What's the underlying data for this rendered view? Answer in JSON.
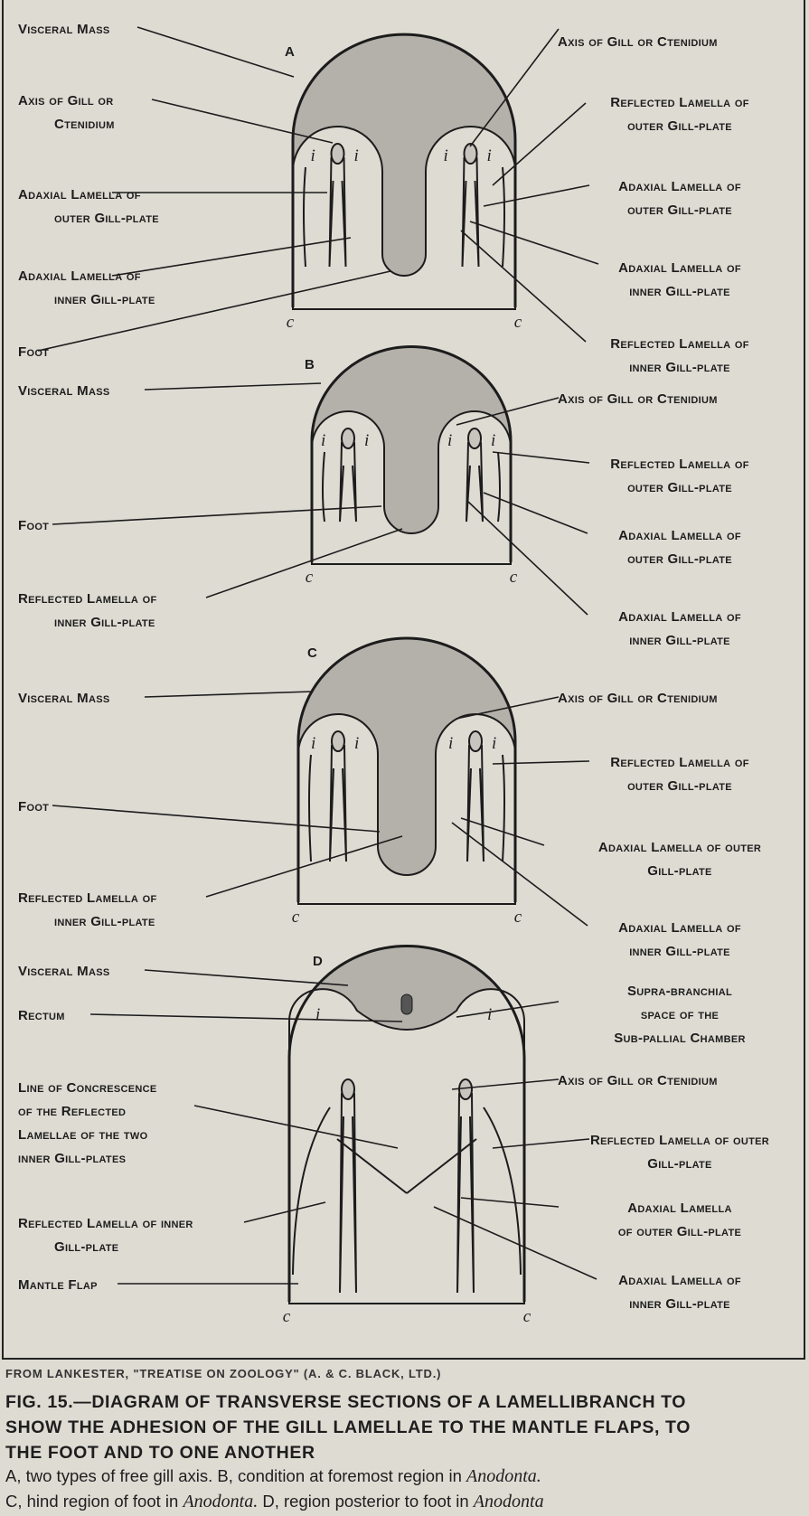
{
  "sections": [
    {
      "letter": "A",
      "left_labels": [
        [
          "Visceral Mass"
        ],
        [
          "Axis of Gill or",
          "Ctenidium"
        ],
        [
          "Adaxial Lamella of",
          "outer Gill-plate"
        ],
        [
          "Adaxial Lamella of",
          "inner Gill-plate"
        ],
        [
          "Foot"
        ]
      ],
      "right_labels": [
        [
          "Axis of Gill or Ctenidium"
        ],
        [
          "Reflected Lamella of",
          "outer Gill-plate"
        ],
        [
          "Adaxial Lamella of",
          "outer Gill-plate"
        ],
        [
          "Adaxial Lamella of",
          "inner Gill-plate"
        ],
        [
          "Reflected Lamella of",
          "inner Gill-plate"
        ]
      ]
    },
    {
      "letter": "B",
      "left_labels": [
        [
          "Visceral Mass"
        ],
        [
          "Foot"
        ],
        [
          "Reflected Lamella of",
          "inner Gill-plate"
        ]
      ],
      "right_labels": [
        [
          "Axis of Gill or Ctenidium"
        ],
        [
          "Reflected Lamella of",
          "outer Gill-plate"
        ],
        [
          "Adaxial Lamella of",
          "outer Gill-plate"
        ],
        [
          "Adaxial Lamella of",
          "inner Gill-plate"
        ]
      ]
    },
    {
      "letter": "C",
      "left_labels": [
        [
          "Visceral Mass"
        ],
        [
          "Foot"
        ],
        [
          "Reflected Lamella of",
          "inner Gill-plate"
        ]
      ],
      "right_labels": [
        [
          "Axis of Gill or Ctenidium"
        ],
        [
          "Reflected Lamella of",
          "outer Gill-plate"
        ],
        [
          "Adaxial Lamella of outer",
          "Gill-plate"
        ],
        [
          "Adaxial Lamella of",
          "inner Gill-plate"
        ]
      ]
    },
    {
      "letter": "D",
      "left_labels": [
        [
          "Visceral Mass"
        ],
        [
          "Rectum"
        ],
        [
          "Line of Concrescence",
          "of the Reflected",
          "Lamellae of the two",
          "inner Gill-plates"
        ],
        [
          "Reflected Lamella of inner",
          "Gill-plate"
        ],
        [
          "Mantle Flap"
        ]
      ],
      "right_labels": [
        [
          "Supra-branchial",
          "space of the",
          "Sub-pallial Chamber"
        ],
        [
          "Axis of Gill or Ctenidium"
        ],
        [
          "Reflected Lamella of outer",
          "Gill-plate"
        ],
        [
          "Adaxial Lamella",
          "of outer Gill-plate"
        ],
        [
          "Adaxial Lamella of",
          "inner Gill-plate"
        ]
      ]
    }
  ],
  "markers": {
    "inner": "i",
    "mantle": "c"
  },
  "caption": {
    "source": "FROM LANKESTER, \"TREATISE ON ZOOLOGY\" (A. & C. BLACK, LTD.)",
    "title_lines": [
      "FIG. 15.—DIAGRAM OF TRANSVERSE SECTIONS OF A LAMELLIBRANCH TO",
      "SHOW THE ADHESION OF THE GILL LAMELLAE TO THE MANTLE FLAPS, TO",
      "THE FOOT AND TO ONE ANOTHER"
    ],
    "desc1_a": "A, two types of free gill axis.   B, condition at foremost region in ",
    "desc1_b": "Anodonta.",
    "desc2_a": "C, hind region of foot in ",
    "desc2_b": "Anodonta.",
    "desc2_c": "  D, region posterior to foot in ",
    "desc2_d": "Anodonta"
  },
  "colors": {
    "paper": "#dedbd3",
    "visceral": "#b4b1ab",
    "ink": "#1c1c1c"
  }
}
